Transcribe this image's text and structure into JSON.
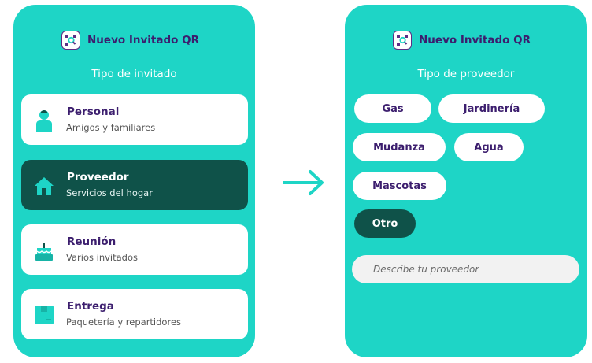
{
  "app": {
    "brand_name": "Nuevo Invitado QR",
    "logo_icon": "qr-search-icon"
  },
  "colors": {
    "panel_bg": "#1ED5C6",
    "selected_bg": "#0F5249",
    "title_text": "#3C1E6E",
    "arrow": "#1ED5C6"
  },
  "left_screen": {
    "subtitle": "Tipo de invitado",
    "selected": "Proveedor",
    "options": [
      {
        "title": "Personal",
        "description": "Amigos y familiares",
        "icon": "person-icon"
      },
      {
        "title": "Proveedor",
        "description": "Servicios del hogar",
        "icon": "house-icon"
      },
      {
        "title": "Reunión",
        "description": "Varios invitados",
        "icon": "cake-icon"
      },
      {
        "title": "Entrega",
        "description": "Paquetería y repartidores",
        "icon": "package-icon"
      }
    ]
  },
  "transition_icon": "arrow-right-icon",
  "right_screen": {
    "subtitle": "Tipo de proveedor",
    "selected": "Otro",
    "chips": [
      "Gas",
      "Jardinería",
      "Mudanza",
      "Agua",
      "Mascotas",
      "Otro"
    ],
    "input": {
      "placeholder": "Describe tu proveedor",
      "value": ""
    }
  }
}
